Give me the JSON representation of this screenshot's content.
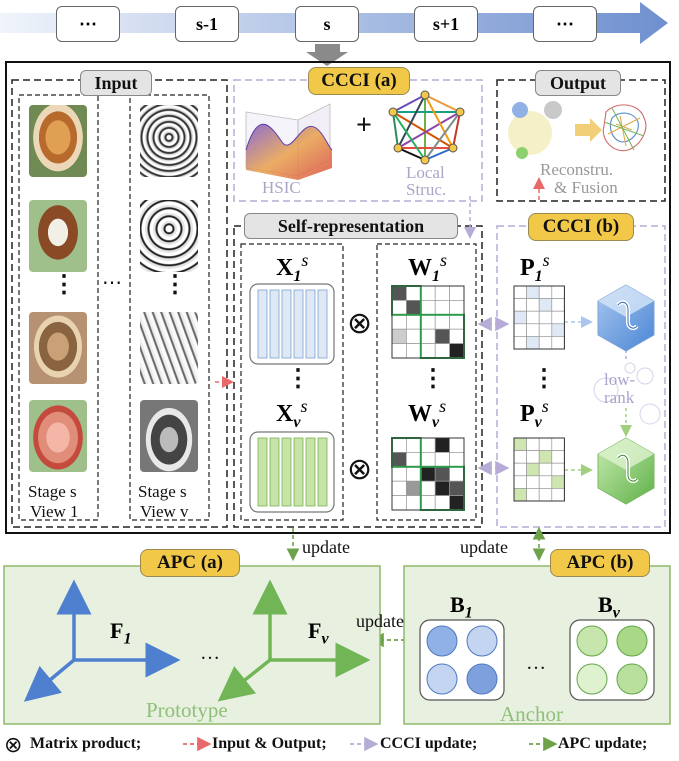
{
  "stages": [
    "⋯",
    "s-1",
    "s",
    "s+1",
    "⋯"
  ],
  "panels": {
    "input": "Input",
    "ccci_a": "CCCI (a)",
    "output": "Output",
    "self_rep": "Self-representation",
    "ccci_b": "CCCI (b)",
    "apc_a": "APC (a)",
    "apc_b": "APC (b)"
  },
  "ccci_a": {
    "hsic": "HSIC",
    "plus": "+",
    "local_1": "Local",
    "local_2": "Struc."
  },
  "output": {
    "text_1": "Reconstru.",
    "text_2": "& Fusion"
  },
  "input": {
    "stage_1": "Stage s",
    "view_1": "View 1",
    "stage_v": "Stage s",
    "view_v": "View v",
    "dots": "⋮",
    "hdots": "⋯"
  },
  "matrices": {
    "x1": "X",
    "x1_sub": "1",
    "x1_sup": "s",
    "xv": "X",
    "xv_sub": "v",
    "xv_sup": "s",
    "w1": "W",
    "w1_sub": "1",
    "w1_sup": "s",
    "wv": "W",
    "wv_sub": "v",
    "wv_sup": "s",
    "p1": "P",
    "p1_sub": "1",
    "p1_sup": "s",
    "pv": "P",
    "pv_sub": "v",
    "pv_sup": "s",
    "otimes": "⊗",
    "vdots": "⋮",
    "low_rank_1": "low-",
    "low_rank_2": "rank"
  },
  "updates": {
    "u1": "update",
    "u2": "update",
    "u3": "update"
  },
  "apc": {
    "f1": "F",
    "f1_sub": "1",
    "fv": "F",
    "fv_sub": "v",
    "dots": "…",
    "prototype": "Prototype",
    "b1": "B",
    "b1_sub": "1",
    "bv": "B",
    "bv_sub": "v",
    "anchor": "Anchor"
  },
  "legend": {
    "matrix_product": "Matrix product;",
    "input_output": "Input & Output;",
    "ccci_update": "CCCI update;",
    "apc_update": "APC update;"
  },
  "colors": {
    "timeline": "#7f9bd1",
    "accent_yellow": "#f2c849",
    "green_panel": "#e8f0df",
    "green_border": "#8fb86a",
    "blue_light": "#dfe9f6",
    "green_light": "#cfe6b0",
    "red_arrow": "#e9686a",
    "purple_arrow": "#b6acd6",
    "green_arrow": "#6ea24a"
  }
}
